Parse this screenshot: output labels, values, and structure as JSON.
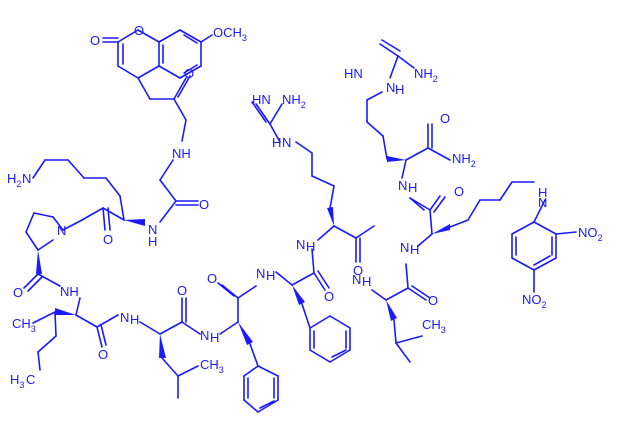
{
  "labels": {
    "methoxy": "OCH",
    "methoxy_sub": "3",
    "ring_o": "O",
    "lactone_o": "O",
    "amide_o_1": "O",
    "amide_o_2": "O",
    "amide_o_3": "O",
    "amide_o_4": "O",
    "amide_o_5": "O",
    "amide_o_6": "O",
    "amide_o_7": "O",
    "amide_o_8": "O",
    "amide_o_9": "O",
    "amide_o_10": "O",
    "nh_gly": "NH",
    "nh_lys": "N",
    "nh_lys_h": "H",
    "lys_amine": "H",
    "lys_amine_sub": "2",
    "lys_amine_n": "N",
    "pro_n": "N",
    "nh_pro": "NH",
    "nh_ile": "N",
    "nh_ile_h": "H",
    "nh_leu": "N",
    "nh_leu_h": "H",
    "nh_phe1": "N",
    "nh_phe1_h": "H",
    "nh_phe2": "N",
    "nh_phe2_h": "H",
    "nh_arg1": "N",
    "nh_arg1_h": "H",
    "nh_leu2": "N",
    "nh_leu2_h": "H",
    "nh_lys2": "N",
    "nh_lys2_h": "H",
    "nh_arg2": "N",
    "nh_arg2_h": "H",
    "arg1_imine": "HN",
    "arg1_nh2": "NH",
    "arg1_nh2_sub": "2",
    "arg1_n": "N",
    "arg1_n_h": "H",
    "arg2_imine": "HN",
    "arg2_nh2": "NH",
    "arg2_nh2_sub": "2",
    "arg2_n": "N",
    "arg2_n_h": "H",
    "terminal_nh2": "NH",
    "terminal_nh2_sub": "2",
    "dnp_n": "N",
    "dnp_n_h": "H",
    "no2_1": "NO",
    "no2_1_sub": "2",
    "no2_2": "NO",
    "no2_2_sub": "2",
    "ch3_ile_1": "CH",
    "ch3_ile_1_sub": "3",
    "ch3_ile_2": "H",
    "ch3_ile_2_sub": "3",
    "ch3_ile_2_c": "C",
    "ch3_leu": "CH",
    "ch3_leu_sub": "3",
    "ch3_leu2": "CH",
    "ch3_leu2_sub": "3"
  }
}
